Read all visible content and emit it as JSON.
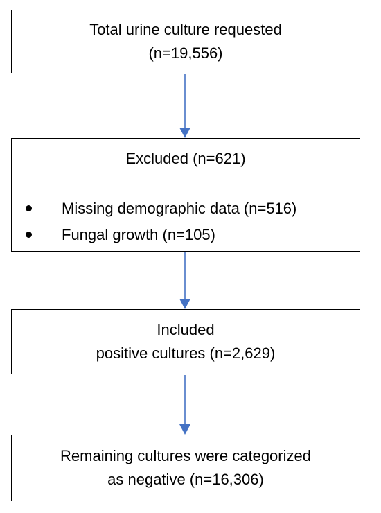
{
  "flowchart": {
    "total": {
      "line1": "Total urine culture requested",
      "line2": "(n=19,556)"
    },
    "excluded": {
      "title": "Excluded (n=621)",
      "items": [
        "Missing demographic data (n=516)",
        "Fungal growth (n=105)"
      ]
    },
    "included": {
      "line1": "Included",
      "line2": "positive cultures (n=2,629)"
    },
    "remaining": {
      "line1": "Remaining cultures were categorized",
      "line2": "as negative (n=16,306)"
    }
  },
  "colors": {
    "arrow": "#4472C4",
    "box_border": "#000000",
    "text": "#000000"
  }
}
